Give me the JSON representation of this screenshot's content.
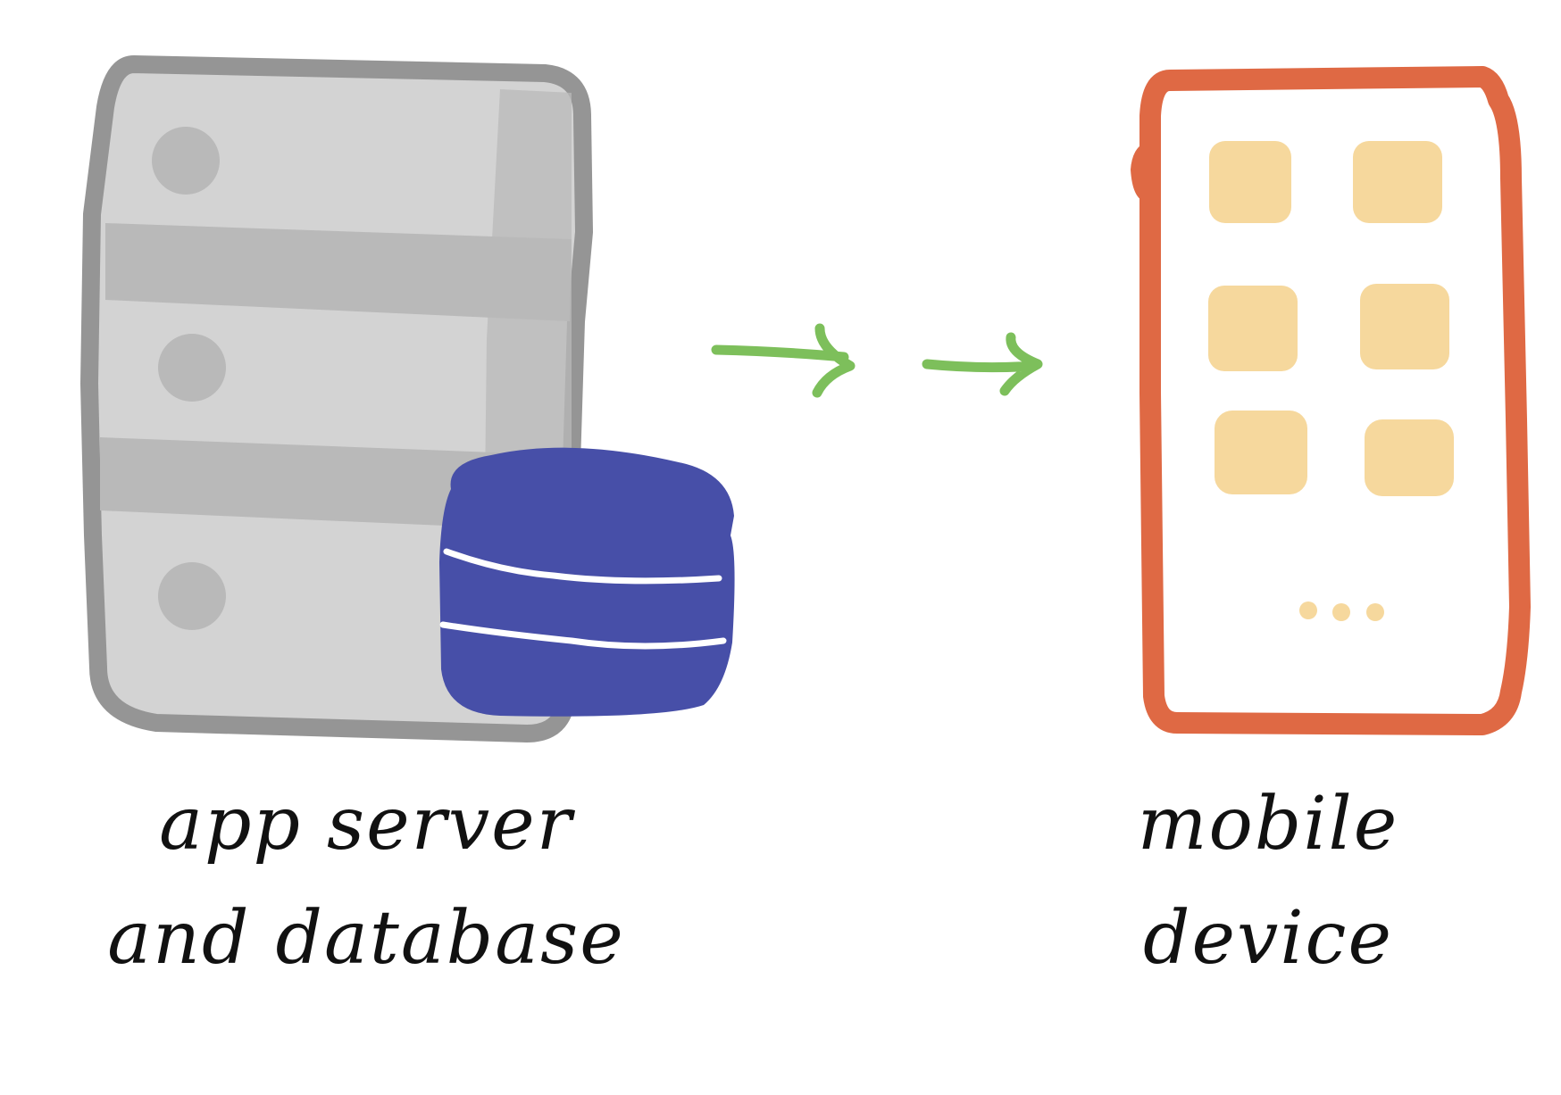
{
  "labels": {
    "server": [
      "app server",
      "and database"
    ],
    "mobile": [
      "mobile",
      "device"
    ]
  },
  "icons": {
    "server": "server-icon",
    "database": "database-icon",
    "arrows": "arrow-right-icon",
    "mobile": "mobile-device-icon",
    "apps": "app-tile-icon",
    "more": "ellipsis-icon"
  },
  "colors": {
    "server_body": "#d3d3d3",
    "server_outline": "#959595",
    "server_band": "#b9b9b9",
    "database": "#474fa8",
    "database_stripe": "#ffffff",
    "arrow": "#7dbf5b",
    "phone_outline": "#df6944",
    "app_tile": "#f6d89d",
    "text": "#111111"
  }
}
